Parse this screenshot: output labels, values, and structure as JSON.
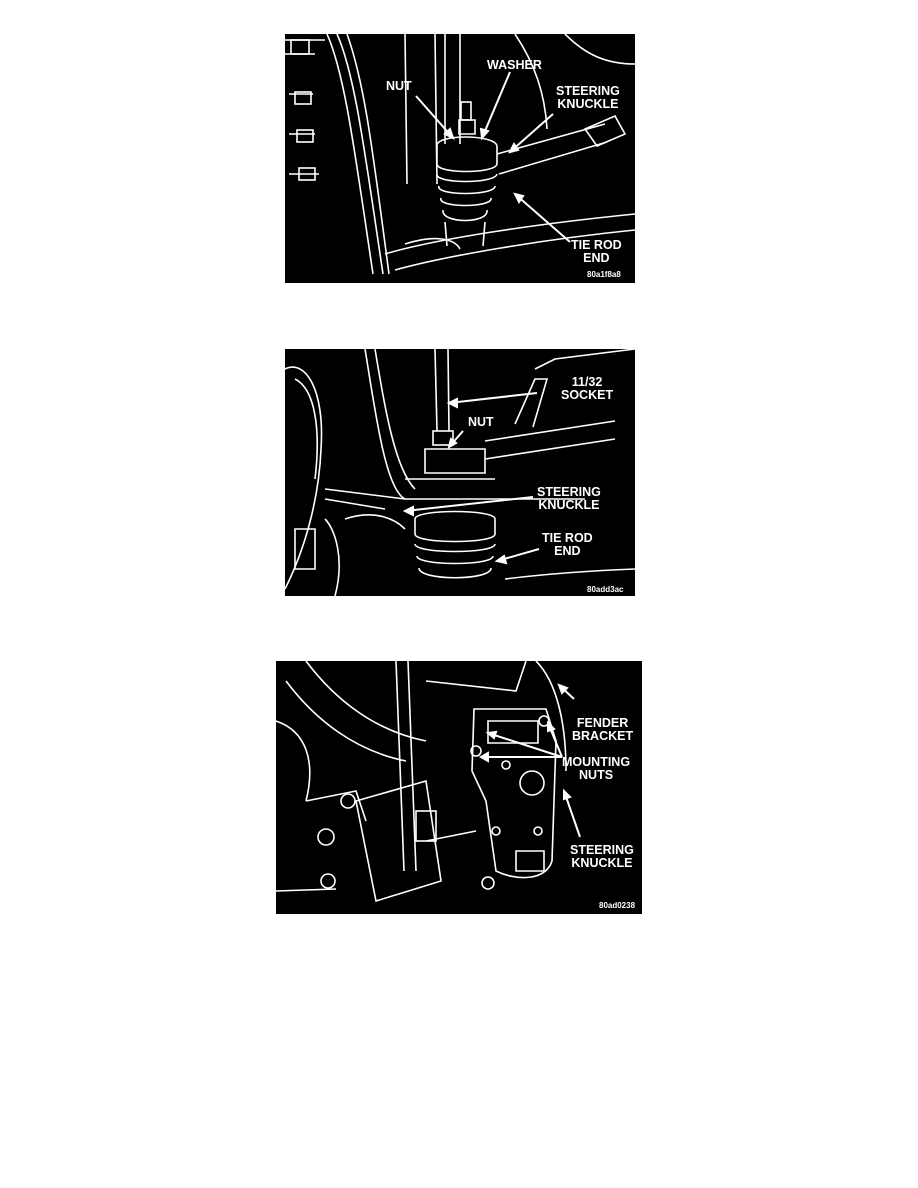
{
  "figures": [
    {
      "labels": {
        "washer": "WASHER",
        "nut": "NUT",
        "steering_knuckle": "STEERING\nKNUCKLE",
        "tie_rod_end": "TIE ROD\nEND"
      },
      "code": "80a1f8a8"
    },
    {
      "labels": {
        "socket": "11/32\nSOCKET",
        "nut": "NUT",
        "steering_knuckle": "STEERING\nKNUCKLE",
        "tie_rod_end": "TIE ROD\nEND"
      },
      "code": "80add3ac"
    },
    {
      "labels": {
        "fender_bracket": "FENDER\nBRACKET",
        "mounting_nuts": "MOUNTING\nNUTS",
        "steering_knuckle": "STEERING\nKNUCKLE"
      },
      "code": "80ad0238"
    }
  ]
}
